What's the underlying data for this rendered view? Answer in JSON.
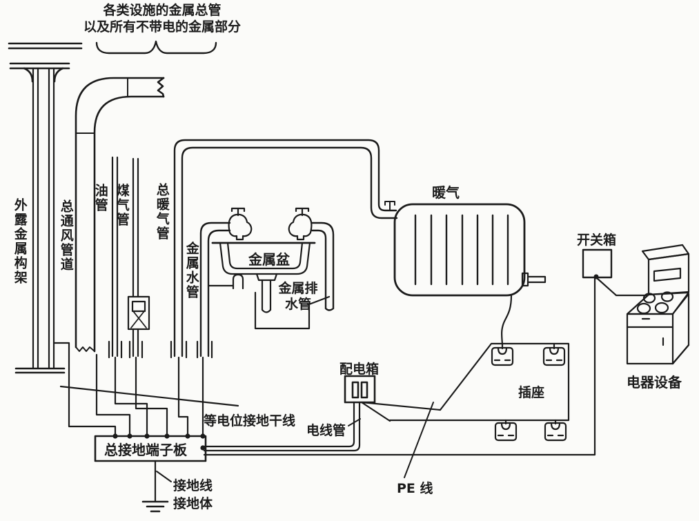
{
  "diagram": {
    "colors": {
      "ink": "#1b1b1b",
      "paper": "#fbfbf9"
    },
    "annotation": {
      "title_line1": "各类设施的金属总管",
      "title_line2": "以及所有不带电的金属部分"
    },
    "pipes": {
      "exposed_metal_frame": "外露金属构架",
      "main_ventilation_duct": "总通风管道",
      "oil_pipe": "油管",
      "gas_pipe": "煤气管",
      "main_heating_pipe": "总暖气管",
      "metal_water_pipe": "金属水管"
    },
    "sink": {
      "metal_basin": "金属盆",
      "metal_drain_pipe_line1": "金属排",
      "metal_drain_pipe_line2": "水管"
    },
    "equipment": {
      "radiator": "暖气",
      "switch_box": "开关箱",
      "electrical_equipment": "电器设备",
      "distribution_box": "配电箱",
      "socket": "插座"
    },
    "grounding": {
      "equipotential_trunk": "等电位接地干线",
      "conduit": "电线管",
      "pe_wire": "PE 线",
      "terminal_board": "总接地端子板",
      "grounding_wire": "接地线",
      "grounding_electrode": "接地体"
    }
  }
}
